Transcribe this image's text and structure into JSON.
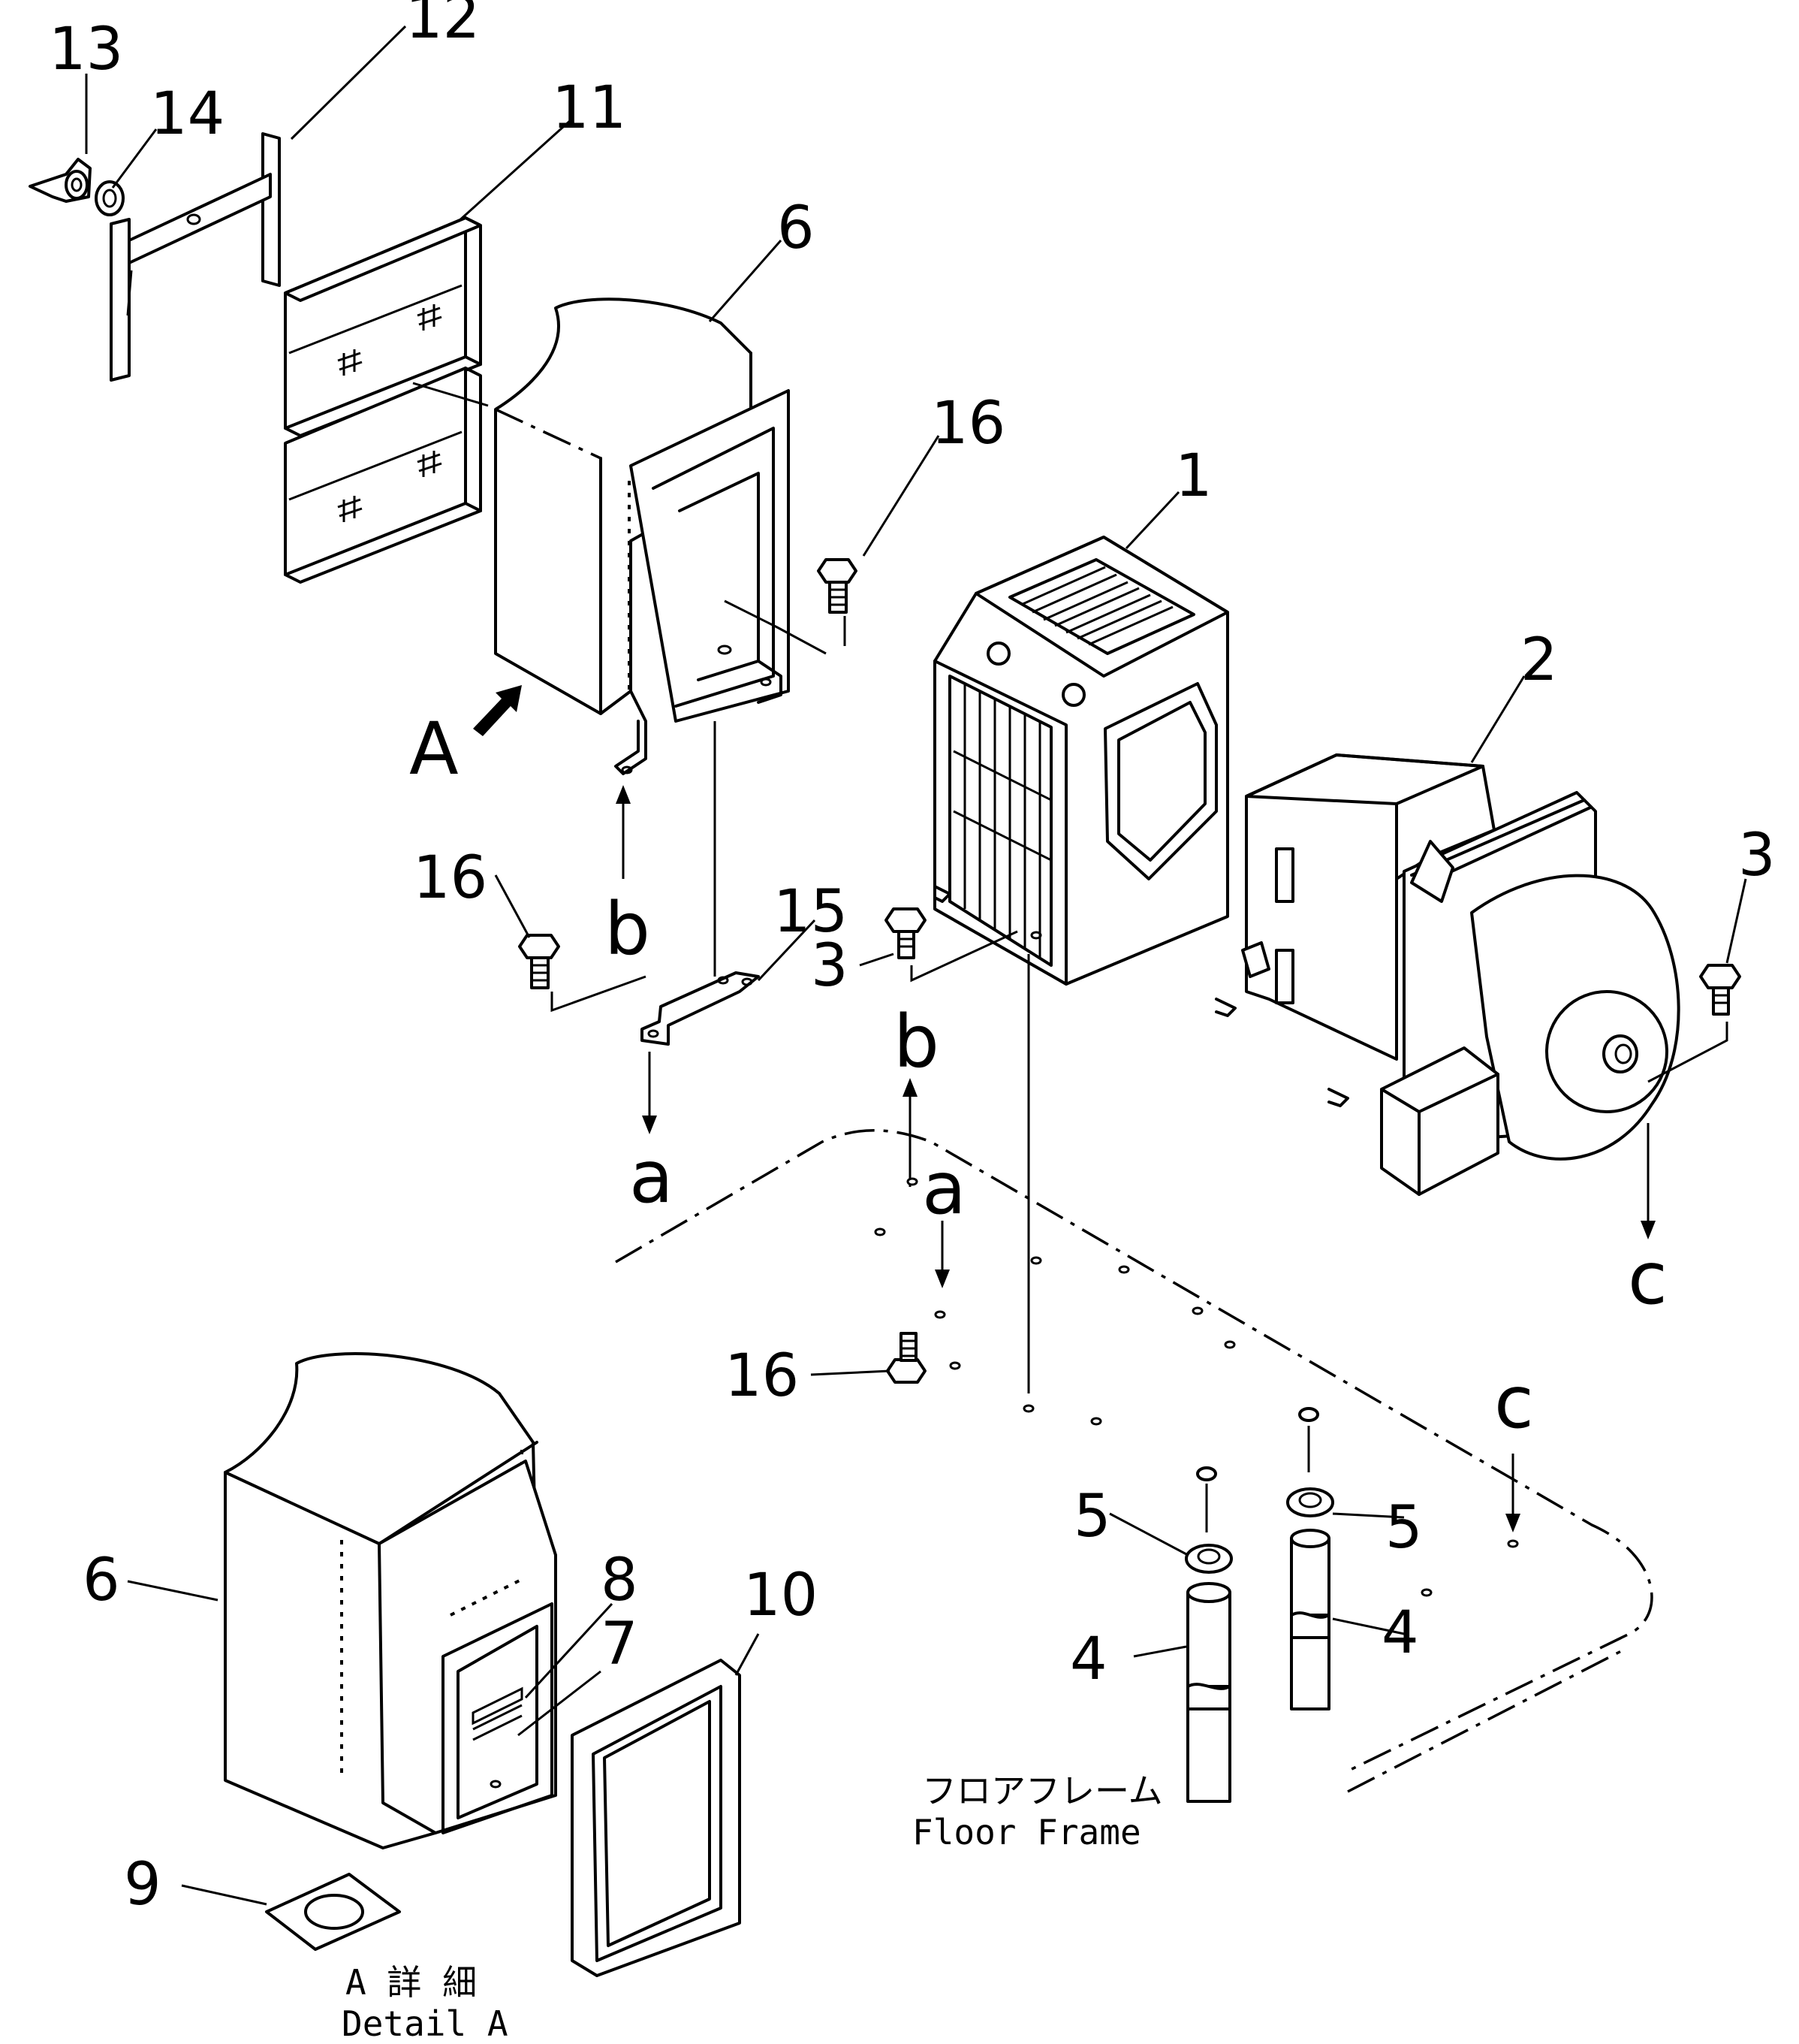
{
  "labels": {
    "p1": "1",
    "p2": "2",
    "p3a": "3",
    "p3b": "3",
    "p4a": "4",
    "p4b": "4",
    "p5a": "5",
    "p5b": "5",
    "p6a": "6",
    "p6b": "6",
    "p7": "7",
    "p8": "8",
    "p9": "9",
    "p10": "10",
    "p11": "11",
    "p12": "12",
    "p13": "13",
    "p14": "14",
    "p15": "15",
    "p16a": "16",
    "p16b": "16",
    "p16c": "16",
    "arrowA": "A",
    "a1": "a",
    "a2": "a",
    "b1": "b",
    "b2": "b",
    "c1": "c",
    "c2": "c"
  },
  "captions": {
    "floor_jp": "フロアフレーム",
    "floor_en": "Floor Frame",
    "detail_jp": "A 詳 細",
    "detail_en": "Detail A"
  }
}
